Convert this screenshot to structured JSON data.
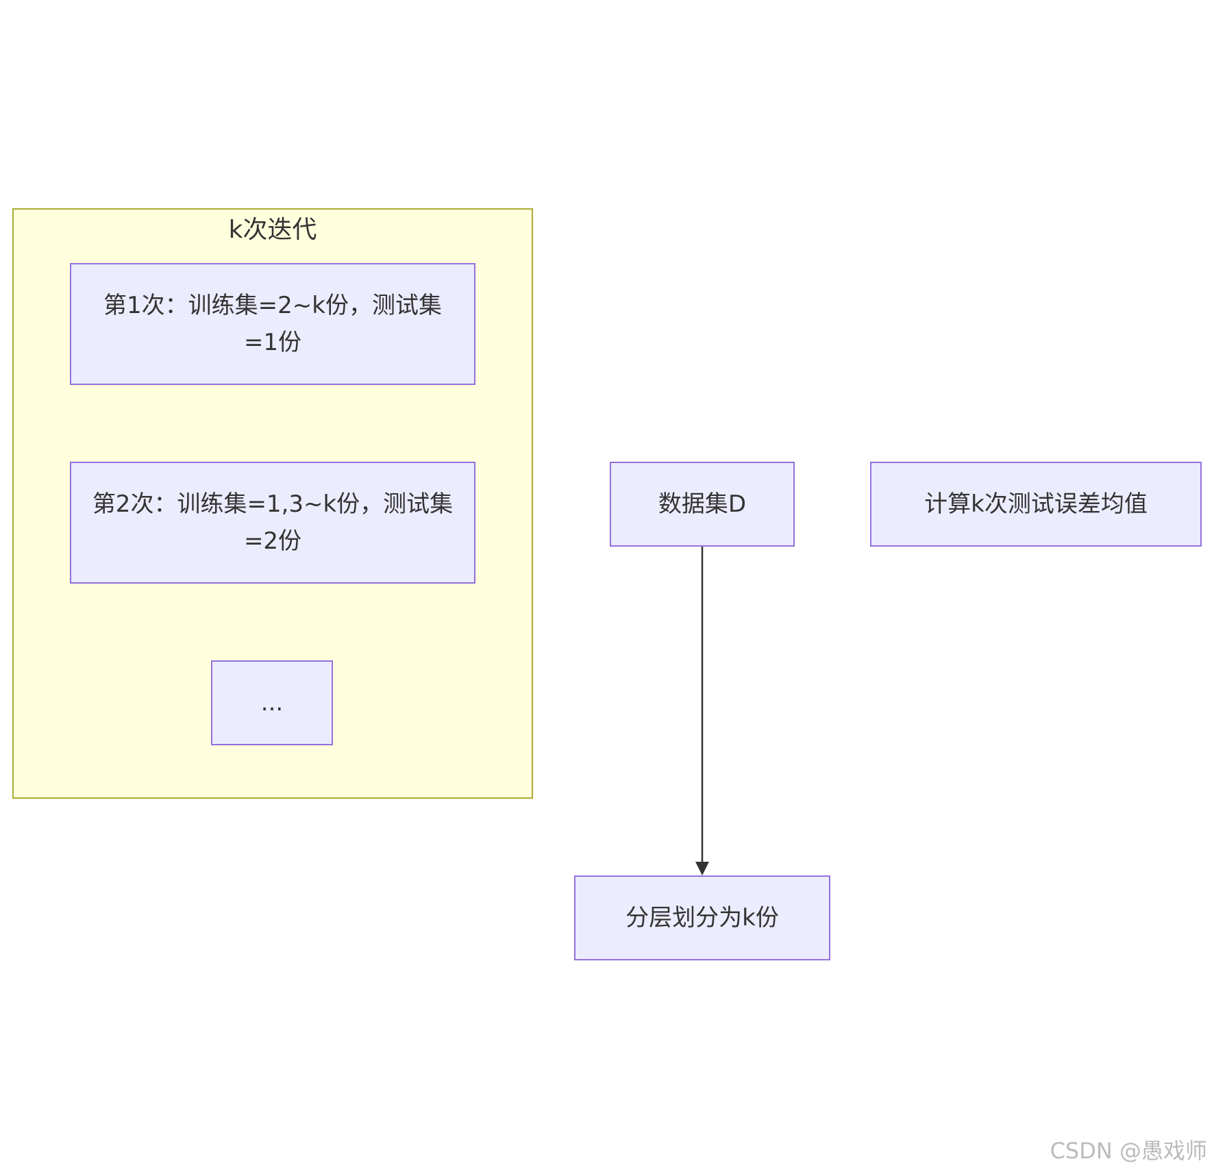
{
  "cluster": {
    "title": "k次迭代",
    "nodes": [
      {
        "label": "第1次：训练集=2~k份，测试集=1份"
      },
      {
        "label": "第2次：训练集=1,3~k份，测试集=2份"
      },
      {
        "label": "..."
      }
    ]
  },
  "nodes": {
    "dataset": "数据集D",
    "split": "分层划分为k份",
    "mean": "计算k次测试误差均值"
  },
  "watermark": "CSDN @愚戏师",
  "colors": {
    "node_fill": "#ececff",
    "node_stroke": "#9370db",
    "cluster_fill": "#ffffde",
    "cluster_stroke": "#aaaa33",
    "edge": "#333333"
  }
}
